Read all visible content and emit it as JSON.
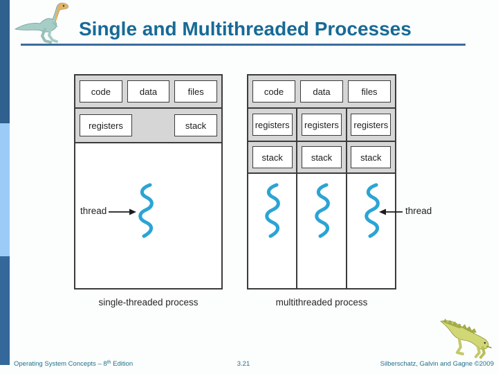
{
  "slide": {
    "title": "Single and Multithreaded Processes",
    "page_number": "3.21",
    "footer": {
      "left_prefix": "Operating System Concepts – 8",
      "left_sup": "th",
      "left_suffix": " Edition",
      "right": "Silberschatz, Galvin and Gagne ©2009"
    }
  },
  "diagram": {
    "single_process": {
      "caption": "single-threaded process",
      "top_boxes": [
        "code",
        "data",
        "files"
      ],
      "registers_label": "registers",
      "stack_label": "stack",
      "thread_label": "thread",
      "thread_count": 1
    },
    "multi_process": {
      "caption": "multithreaded process",
      "top_boxes": [
        "code",
        "data",
        "files"
      ],
      "registers_boxes": [
        "registers",
        "registers",
        "registers"
      ],
      "stack_boxes": [
        "stack",
        "stack",
        "stack"
      ],
      "thread_label": "thread",
      "thread_count": 3
    }
  },
  "icons": {
    "top_left": "dinosaur-logo-icon",
    "bottom_right": "dinosaur-footer-icon",
    "thread": "thread-squiggle-icon"
  },
  "colors": {
    "title": "#176a96",
    "underline": "#3a6c9c",
    "sidebar_dark_top": "#2f608e",
    "sidebar_light": "#9ccbf7",
    "sidebar_dark_bottom": "#35689a",
    "diagram_gray": "#d6d6d6",
    "box_border": "#3b3b3b",
    "thread_blue": "#2ba4d4",
    "footer_text": "#1e7089"
  }
}
